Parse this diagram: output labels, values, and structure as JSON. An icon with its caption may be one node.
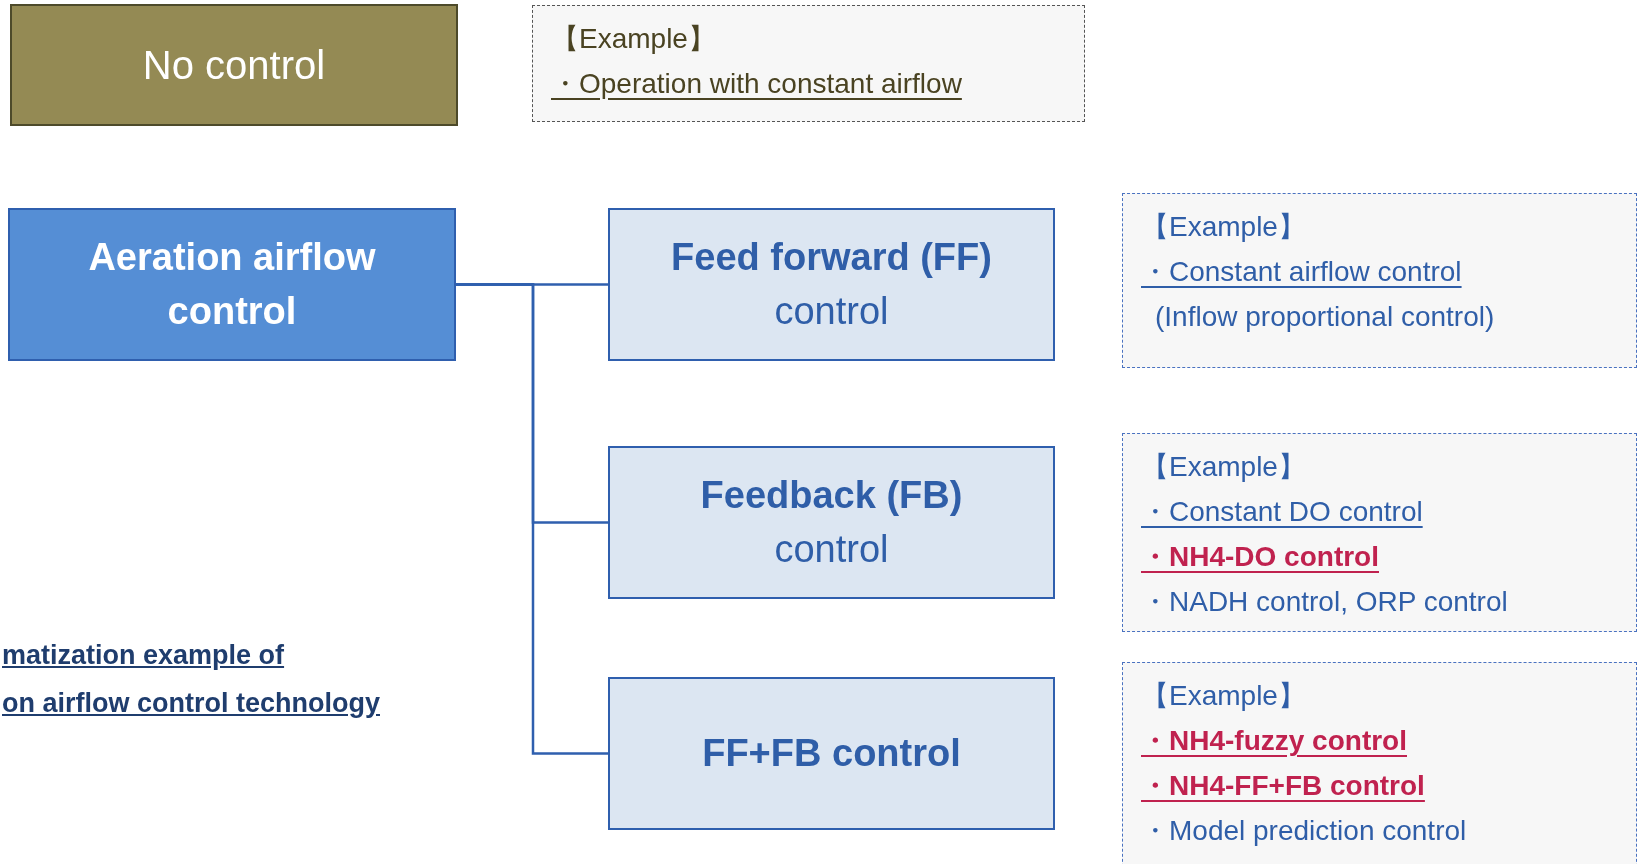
{
  "diagram": {
    "nodes": [
      {
        "text": [
          "No control"
        ]
      },
      {
        "text": [
          "【Example】",
          "・Operation with constant airflow"
        ]
      },
      {
        "text": [
          "Aeration airflow control"
        ]
      },
      {
        "text": [
          "**Feed forward (FF)** control"
        ]
      },
      {
        "text": [
          "【Example】",
          "・Constant airflow control",
          "(Inflow proportional control)"
        ]
      },
      {
        "text": [
          "**Feedback (FB)** control"
        ]
      },
      {
        "text": [
          "【Example】",
          "・Constant DO control",
          "・NH4-DO control",
          "・NADH control, ORP control"
        ]
      },
      {
        "text": [
          "FF+FB control"
        ]
      },
      {
        "text": [
          "【Example】",
          "・NH4-fuzzy control",
          "・NH4-FF+FB control",
          "・Model prediction control"
        ]
      }
    ],
    "edges": [
      {
        "from": 2,
        "to": 3,
        "arrow": "none"
      },
      {
        "from": 2,
        "to": 5,
        "arrow": "none"
      },
      {
        "from": 2,
        "to": 7,
        "arrow": "none"
      }
    ],
    "labels": [
      "matization example of",
      "on airflow control technology"
    ]
  }
}
